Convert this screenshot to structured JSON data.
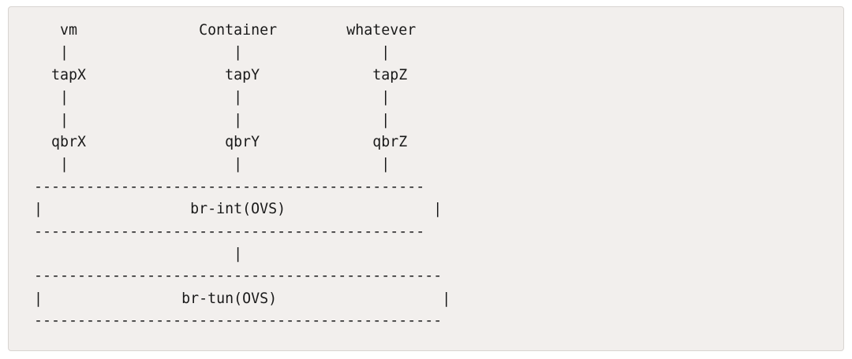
{
  "code_block": {
    "lines": [
      "   vm              Container        whatever",
      "   |                   |                |",
      "  tapX                tapY             tapZ",
      "   |                   |                |",
      "   |                   |                |",
      "  qbrX                qbrY             qbrZ",
      "   |                   |                |",
      "---------------------------------------------",
      "|                 br-int(OVS)                 |",
      "---------------------------------------------",
      "                       |",
      "-----------------------------------------------",
      "|                br-tun(OVS)                   |",
      "-----------------------------------------------"
    ]
  }
}
